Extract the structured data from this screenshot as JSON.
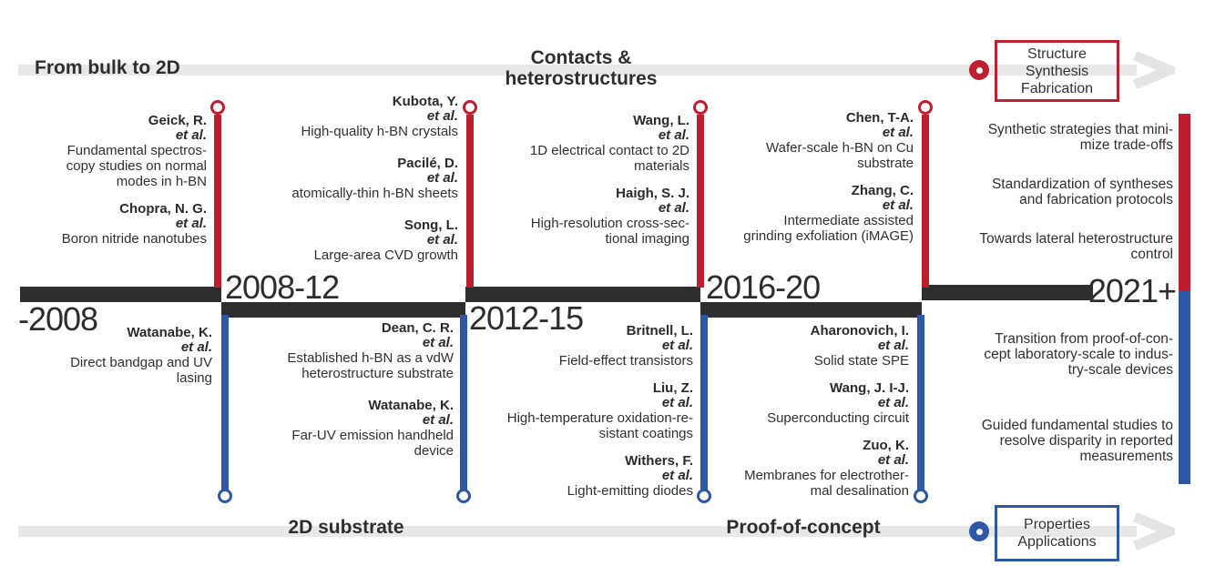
{
  "colors": {
    "red_accent": "#be1e2d",
    "blue_accent": "#2e57a6",
    "timeline_bar": "#2e2e2e",
    "axis_arrow_gray": "#e8e8e8",
    "text": "#303030"
  },
  "top_axis": {
    "phase_left": "From bulk to 2D",
    "phase_mid": "Contacts &\nheterostructures",
    "legend": "Structure\nSynthesis\nFabrication"
  },
  "bottom_axis": {
    "phase_left": "2D substrate",
    "phase_mid": "Proof-of-concept",
    "legend": "Properties\nApplications"
  },
  "periods": [
    "-2008",
    "2008-12",
    "2012-15",
    "2016-20",
    "2021+"
  ],
  "top_events": [
    {
      "entries": [
        {
          "name": "Geick, R.",
          "etal": "et al.",
          "desc": "Fundamental spectros-\ncopy studies on normal\nmodes in h-BN"
        },
        {
          "name": "Chopra, N. G.",
          "etal": "et al.",
          "desc": "Boron nitride nanotubes"
        }
      ]
    },
    {
      "entries": [
        {
          "name": "Kubota, Y.",
          "etal": "et al.",
          "desc": "High-quality h-BN crystals"
        },
        {
          "name": "Pacilé, D.",
          "etal": "et al.",
          "desc": "atomically-thin h-BN sheets"
        },
        {
          "name": "Song, L.",
          "etal": "et al.",
          "desc": "Large-area CVD growth"
        }
      ]
    },
    {
      "entries": [
        {
          "name": "Wang, L.",
          "etal": "et al.",
          "desc": "1D electrical contact to 2D\nmaterials"
        },
        {
          "name": "Haigh, S. J.",
          "etal": "et al.",
          "desc": "High-resolution cross-sec-\ntional imaging"
        }
      ]
    },
    {
      "entries": [
        {
          "name": "Chen, T-A.",
          "etal": "et al.",
          "desc": "Wafer-scale h-BN on Cu\nsubstrate"
        },
        {
          "name": "Zhang, C.",
          "etal": "et al.",
          "desc": "Intermediate assisted\ngrinding exfoliation (iMAGE)"
        }
      ]
    }
  ],
  "top_right_notes": [
    "Synthetic strategies that mini-\nmize trade-offs",
    "Standardization of syntheses\nand fabrication protocols",
    "Towards lateral heterostructure\ncontrol"
  ],
  "bottom_events": [
    {
      "entries": [
        {
          "name": "Watanabe, K.",
          "etal": "et al.",
          "desc": "Direct bandgap and UV\nlasing"
        }
      ]
    },
    {
      "entries": [
        {
          "name": "Dean, C. R.",
          "etal": "et al.",
          "desc": "Established h-BN as a vdW\nheterostructure substrate"
        },
        {
          "name": "Watanabe, K.",
          "etal": "et al.",
          "desc": "Far-UV emission handheld\ndevice"
        }
      ]
    },
    {
      "entries": [
        {
          "name": "Britnell, L.",
          "etal": "et al.",
          "desc": "Field-effect transistors"
        },
        {
          "name": "Liu, Z.",
          "etal": "et al.",
          "desc": "High-temperature oxidation-re-\nsistant coatings"
        },
        {
          "name": "Withers, F.",
          "etal": "et al.",
          "desc": "Light-emitting diodes"
        }
      ]
    },
    {
      "entries": [
        {
          "name": "Aharonovich, I.",
          "etal": "et al.",
          "desc": "Solid state SPE"
        },
        {
          "name": "Wang, J. I-J.",
          "etal": "et al.",
          "desc": "Superconducting circuit"
        },
        {
          "name": "Zuo, K.",
          "etal": "et al.",
          "desc": "Membranes for electrother-\nmal desalination"
        }
      ]
    }
  ],
  "bottom_right_notes": [
    "Transition from proof-of-con-\ncept laboratory-scale to indus-\ntry-scale devices",
    "Guided fundamental studies to\nresolve disparity in reported\nmeasurements"
  ]
}
